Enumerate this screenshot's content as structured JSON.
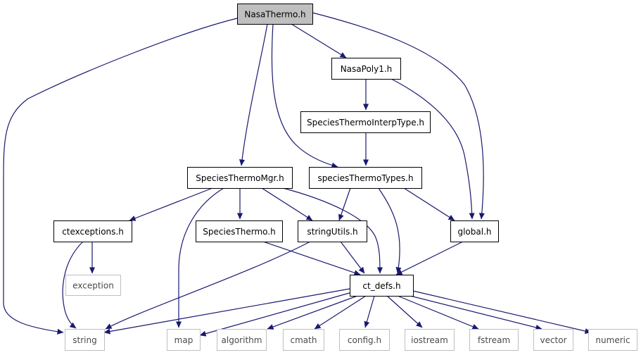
{
  "graph": {
    "nodes": [
      {
        "id": "NasaThermo_h",
        "label": "NasaThermo.h",
        "kind": "root"
      },
      {
        "id": "NasaPoly1_h",
        "label": "NasaPoly1.h",
        "kind": "file"
      },
      {
        "id": "SpeciesThermoInterpType_h",
        "label": "SpeciesThermoInterpType.h",
        "kind": "file"
      },
      {
        "id": "SpeciesThermoMgr_h",
        "label": "SpeciesThermoMgr.h",
        "kind": "file"
      },
      {
        "id": "speciesThermoTypes_h",
        "label": "speciesThermoTypes.h",
        "kind": "file"
      },
      {
        "id": "ctexceptions_h",
        "label": "ctexceptions.h",
        "kind": "file"
      },
      {
        "id": "SpeciesThermo_h",
        "label": "SpeciesThermo.h",
        "kind": "file"
      },
      {
        "id": "stringUtils_h",
        "label": "stringUtils.h",
        "kind": "file"
      },
      {
        "id": "global_h",
        "label": "global.h",
        "kind": "file"
      },
      {
        "id": "exception",
        "label": "exception",
        "kind": "external"
      },
      {
        "id": "ct_defs_h",
        "label": "ct_defs.h",
        "kind": "file"
      },
      {
        "id": "string",
        "label": "string",
        "kind": "external"
      },
      {
        "id": "map",
        "label": "map",
        "kind": "external"
      },
      {
        "id": "algorithm",
        "label": "algorithm",
        "kind": "external"
      },
      {
        "id": "cmath",
        "label": "cmath",
        "kind": "external"
      },
      {
        "id": "config_h",
        "label": "config.h",
        "kind": "external"
      },
      {
        "id": "iostream",
        "label": "iostream",
        "kind": "external"
      },
      {
        "id": "fstream",
        "label": "fstream",
        "kind": "external"
      },
      {
        "id": "vector",
        "label": "vector",
        "kind": "external"
      },
      {
        "id": "numeric",
        "label": "numeric",
        "kind": "external"
      }
    ],
    "edges": [
      {
        "from": "NasaThermo_h",
        "to": "string"
      },
      {
        "from": "NasaThermo_h",
        "to": "SpeciesThermoMgr_h"
      },
      {
        "from": "NasaThermo_h",
        "to": "speciesThermoTypes_h"
      },
      {
        "from": "NasaThermo_h",
        "to": "NasaPoly1_h"
      },
      {
        "from": "NasaThermo_h",
        "to": "global_h"
      },
      {
        "from": "NasaPoly1_h",
        "to": "SpeciesThermoInterpType_h"
      },
      {
        "from": "NasaPoly1_h",
        "to": "global_h"
      },
      {
        "from": "SpeciesThermoInterpType_h",
        "to": "speciesThermoTypes_h"
      },
      {
        "from": "SpeciesThermoMgr_h",
        "to": "ctexceptions_h"
      },
      {
        "from": "SpeciesThermoMgr_h",
        "to": "map"
      },
      {
        "from": "SpeciesThermoMgr_h",
        "to": "SpeciesThermo_h"
      },
      {
        "from": "SpeciesThermoMgr_h",
        "to": "stringUtils_h"
      },
      {
        "from": "SpeciesThermoMgr_h",
        "to": "ct_defs_h"
      },
      {
        "from": "speciesThermoTypes_h",
        "to": "stringUtils_h"
      },
      {
        "from": "speciesThermoTypes_h",
        "to": "ct_defs_h"
      },
      {
        "from": "speciesThermoTypes_h",
        "to": "global_h"
      },
      {
        "from": "ctexceptions_h",
        "to": "exception"
      },
      {
        "from": "ctexceptions_h",
        "to": "string"
      },
      {
        "from": "SpeciesThermo_h",
        "to": "ct_defs_h"
      },
      {
        "from": "stringUtils_h",
        "to": "ct_defs_h"
      },
      {
        "from": "stringUtils_h",
        "to": "string"
      },
      {
        "from": "global_h",
        "to": "ct_defs_h"
      },
      {
        "from": "ct_defs_h",
        "to": "string"
      },
      {
        "from": "ct_defs_h",
        "to": "map"
      },
      {
        "from": "ct_defs_h",
        "to": "algorithm"
      },
      {
        "from": "ct_defs_h",
        "to": "cmath"
      },
      {
        "from": "ct_defs_h",
        "to": "config_h"
      },
      {
        "from": "ct_defs_h",
        "to": "iostream"
      },
      {
        "from": "ct_defs_h",
        "to": "fstream"
      },
      {
        "from": "ct_defs_h",
        "to": "vector"
      },
      {
        "from": "ct_defs_h",
        "to": "numeric"
      }
    ]
  },
  "colors": {
    "edge": "#191970",
    "node_border": "#000000",
    "external_border": "#bfbfbf",
    "root_fill": "#bfbfbf",
    "node_fill": "#ffffff"
  }
}
